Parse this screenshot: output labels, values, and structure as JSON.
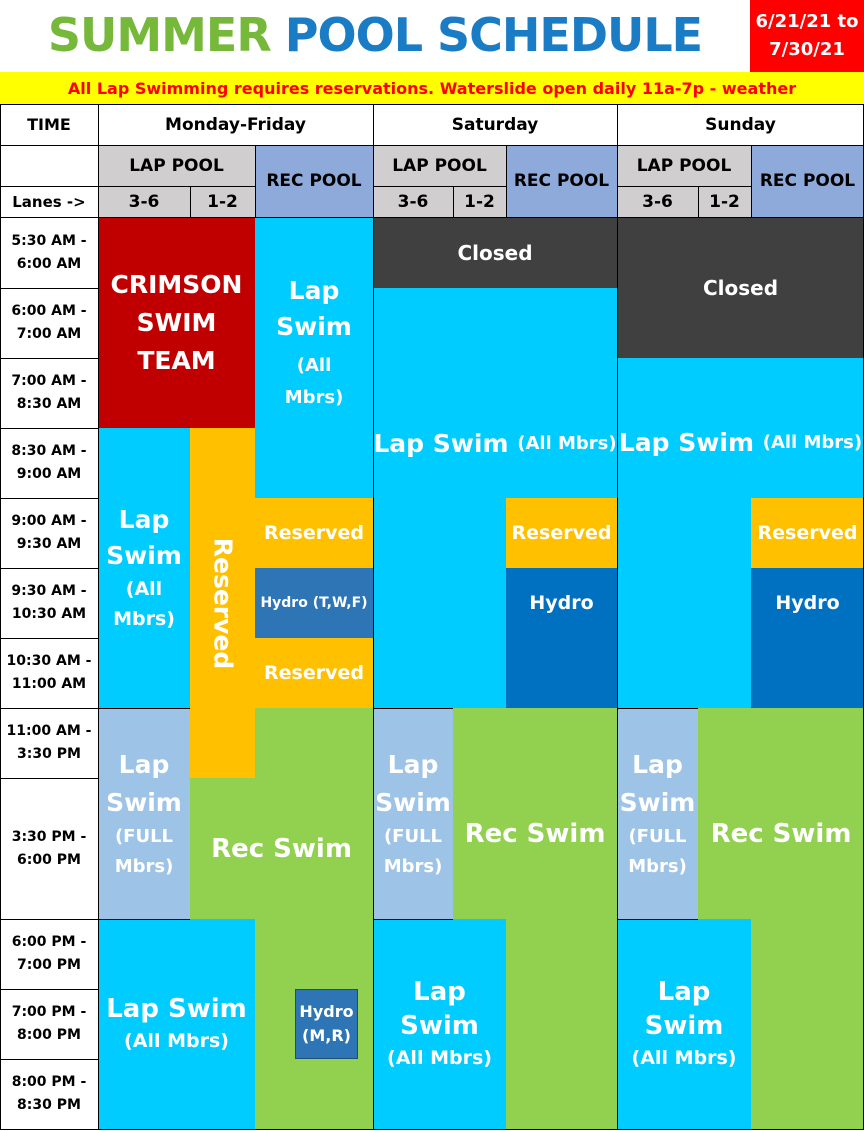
{
  "header": {
    "title_part1": "SUMMER",
    "title_part2": "POOL SCHEDULE",
    "date_line1": "6/21/21 to",
    "date_line2": "7/30/21",
    "notice": "All Lap Swimming requires reservations. Waterslide open daily 11a-7p - weather"
  },
  "columns": {
    "time": "TIME",
    "weekday": "Monday-Friday",
    "saturday": "Saturday",
    "sunday": "Sunday",
    "lap_pool": "LAP POOL",
    "rec_pool": "REC POOL",
    "lanes_label": "Lanes ->",
    "lanes_a": "3-6",
    "lanes_b": "1-2"
  },
  "time_slots": [
    [
      "5:30 AM -",
      "6:00 AM"
    ],
    [
      "6:00 AM -",
      "7:00 AM"
    ],
    [
      "7:00 AM -",
      "8:30 AM"
    ],
    [
      "8:30 AM -",
      "9:00 AM"
    ],
    [
      "9:00 AM -",
      "9:30 AM"
    ],
    [
      "9:30 AM -",
      "10:30 AM"
    ],
    [
      "10:30 AM -",
      "11:00 AM"
    ],
    [
      "11:00 AM -",
      "3:30 PM"
    ],
    [
      "3:30 PM -",
      "6:00 PM"
    ],
    [
      "6:00 PM -",
      "7:00 PM"
    ],
    [
      "7:00 PM -",
      "8:00 PM"
    ],
    [
      "8:00 PM -",
      "8:30 PM"
    ]
  ],
  "blocks": {
    "crimson_1": "CRIMSON",
    "crimson_2": "SWIM TEAM",
    "lap_swim": "Lap",
    "swim": "Swim",
    "all_mbrs": "(All Mbrs)",
    "all": "(All",
    "mbrs": "Mbrs)",
    "mbrs_paren": "Mbrs)",
    "full": "(FULL",
    "lap_swim_full": "Lap Swim",
    "reserved": "Reserved",
    "hydro": "Hydro",
    "hydro_twf": "Hydro (T,W,F)",
    "hydro_mr_1": "Hydro",
    "hydro_mr_2": "(M,R)",
    "closed": "Closed",
    "rec_swim": "Rec Swim"
  },
  "colors": {
    "cyan": "#00ccff",
    "crimson": "#c00000",
    "gold": "#ffc000",
    "green": "#92d050",
    "dark_gray": "#404040",
    "light_blue": "#9dc3e6",
    "hydro_blue": "#0070c0",
    "header_gray": "#d0cece",
    "rec_pool_blue": "#8eaadb"
  }
}
